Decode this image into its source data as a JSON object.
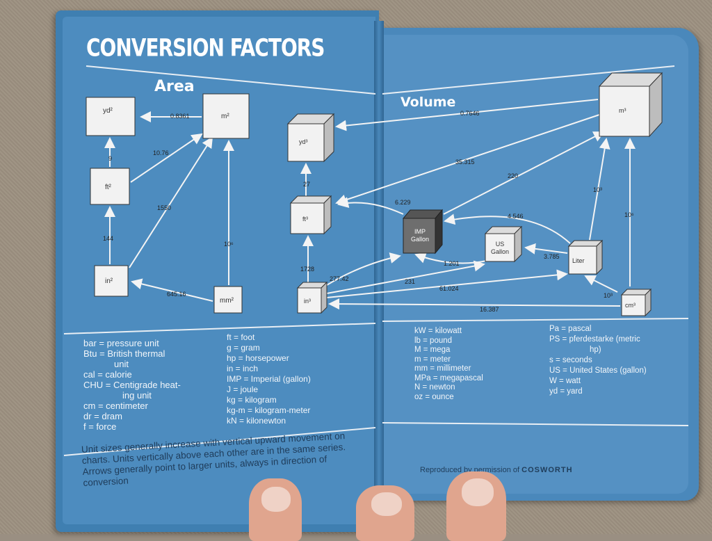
{
  "title": "CONVERSION FACTORS",
  "sections": {
    "area": "Area",
    "volume": "Volume"
  },
  "area_units": {
    "yd2": "yd²",
    "m2": "m²",
    "ft2": "ft²",
    "in2": "in²",
    "mm2": "mm²"
  },
  "area_factors": {
    "m2_yd2": "0.8361",
    "ft2_yd2": "9",
    "ft2_m2": "10.76",
    "in2_m2": "1550",
    "in2_ft2": "144",
    "mm2_m2": "10⁶",
    "mm2_in2": "645.16"
  },
  "volume_units": {
    "yd3": "yd³",
    "m3": "m³",
    "ft3": "ft³",
    "imp": "IMP Gallon",
    "us": "US Gallon",
    "liter": "Liter",
    "in3": "in³",
    "cm3": "cm³"
  },
  "volume_factors": {
    "m3_yd3": "0.7646",
    "ft3_m3": "35.315",
    "imp_m3": "220",
    "ft3_yd3": "27",
    "imp_ft3": "6.229",
    "liter_imp": "4.546",
    "liter_us": "3.785",
    "liter_m3": "10³",
    "cm3_m3": "10⁶",
    "in3_ft3": "1728",
    "in3_imp": "277.42",
    "in3_us_a": "1.201",
    "in3_us": "231",
    "in3_liter": "61.024",
    "cm3_in3": "16.387",
    "cm3_liter": "10³"
  },
  "abbrev_left": [
    "bar = pressure unit",
    "Btu = British thermal",
    "unit",
    "cal = calorie",
    "CHU = Centigrade heat-",
    "ing unit",
    "cm = centimeter",
    "dr = dram",
    "f = force"
  ],
  "abbrev_mid": [
    "ft = foot",
    "g = gram",
    "hp = horsepower",
    "in = inch",
    "IMP = Imperial (gallon)",
    "J = joule",
    "kg = kilogram",
    "kg-m = kilogram-meter",
    "kN = kilonewton"
  ],
  "abbrev_right1": [
    "kW = kilowatt",
    "lb = pound",
    "M = mega",
    "m = meter",
    "mm = millimeter",
    "MPa = megapascal",
    "N = newton",
    "oz = ounce"
  ],
  "abbrev_right2": [
    "Pa = pascal",
    "PS = pferdestarke (metric",
    "hp)",
    "s = seconds",
    "US = United States (gallon)",
    "W = watt",
    "yd = yard"
  ],
  "notes": "Unit sizes generally increase with vertical upward movement on charts. Units vertically above each other are in the same series. Arrows generally point to larger units, always in direction of conversion",
  "credit": {
    "prefix": "Reproduced by permission of",
    "brand": "COSWORTH"
  }
}
